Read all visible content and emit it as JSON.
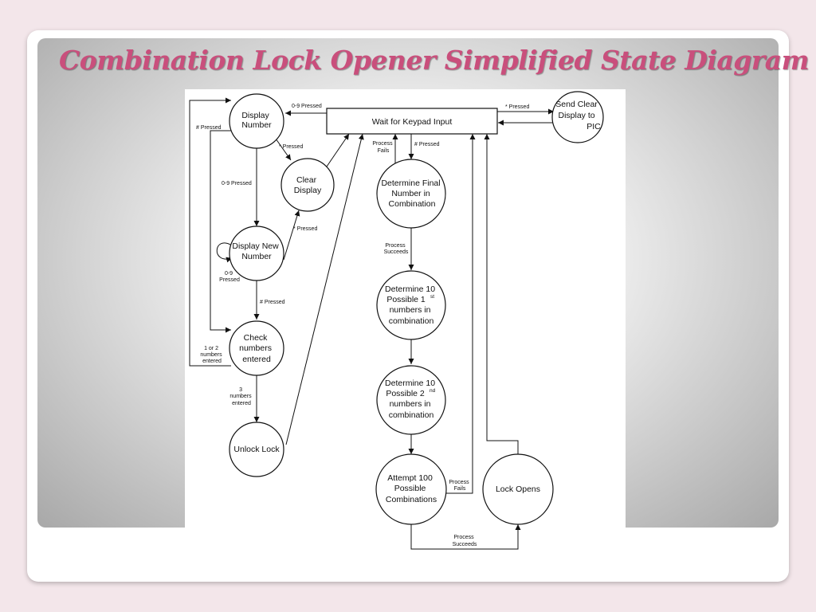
{
  "slide": {
    "title": "Combination Lock Opener Simplified State Diagram"
  },
  "diagram": {
    "states": {
      "display_number": [
        "Display",
        "Number"
      ],
      "clear_display": [
        "Clear",
        "Display"
      ],
      "display_new_number": [
        "Display New",
        "Number"
      ],
      "check_numbers": [
        "Check",
        "numbers",
        "entered"
      ],
      "unlock_lock": [
        "Unlock Lock"
      ],
      "wait_keypad": [
        "Wait for Keypad Input"
      ],
      "send_clear": [
        "Send Clear",
        "Display to",
        "PIC"
      ],
      "determine_final": [
        "Determine Final",
        "Number in",
        "Combination"
      ],
      "determine_first": [
        "Determine 10",
        "Possible 1",
        "numbers in",
        "combination"
      ],
      "determine_first_sup": "st",
      "determine_second": [
        "Determine 10",
        "Possible 2",
        "numbers in",
        "combination"
      ],
      "determine_second_sup": "nd",
      "attempt_100": [
        "Attempt 100",
        "Possible",
        "Combinations"
      ],
      "lock_opens": [
        "Lock Opens"
      ]
    },
    "transitions": {
      "digits_to_display": [
        "0-9 Pressed"
      ],
      "hash_back": [
        "# Pressed"
      ],
      "star_to_clear": [
        "* Pressed"
      ],
      "digits_to_new": [
        "0-9 Pressed"
      ],
      "star_from_new": [
        "* Pressed"
      ],
      "self_loop_digits": [
        "0-9",
        "Pressed"
      ],
      "hash_to_check": [
        "# Pressed"
      ],
      "one_or_two": [
        "1 or 2",
        "numbers",
        "entered"
      ],
      "three_entered": [
        "3",
        "numbers",
        "entered"
      ],
      "star_to_send": [
        "* Pressed"
      ],
      "process_fails_top": [
        "Process",
        "Fails"
      ],
      "hash_to_final": [
        "# Pressed"
      ],
      "process_succeeds_1": [
        "Process",
        "Succeeds"
      ],
      "process_fails_attempt": [
        "Process",
        "Fails"
      ],
      "process_succeeds_2": [
        "Process",
        "Succeeds"
      ]
    }
  }
}
